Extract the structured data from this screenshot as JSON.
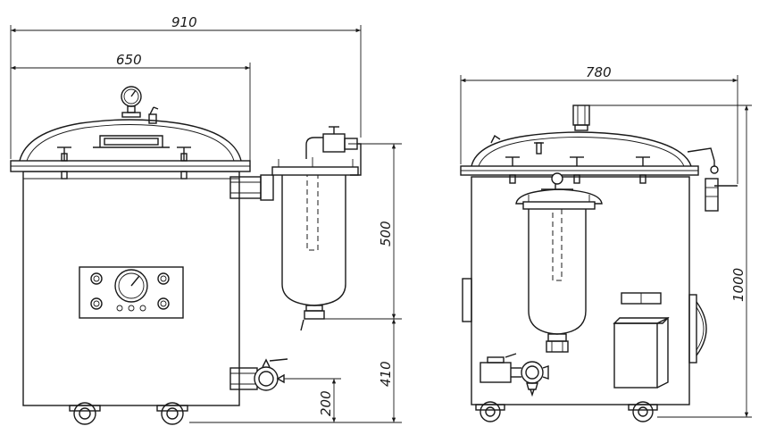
{
  "dimensions": {
    "front_total_width": "910",
    "front_lid_width": "650",
    "filter_height": "500",
    "outlet_height": "410",
    "drain_height": "200",
    "side_width": "780",
    "side_height": "1000"
  }
}
